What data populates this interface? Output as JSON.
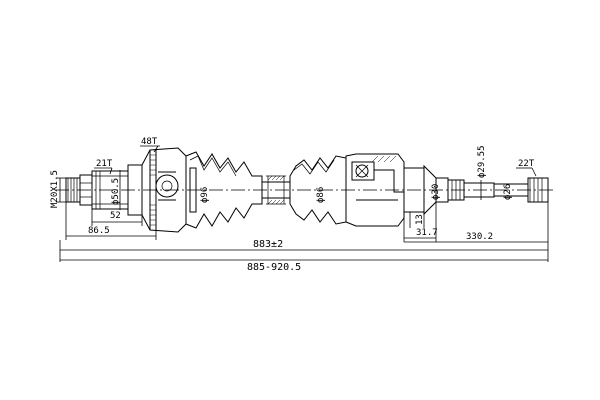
{
  "drawing": {
    "left_end": {
      "thread": "M20X1.5",
      "spline": "21T",
      "diameter": "ϕ50.5",
      "length_52": "52",
      "length_86_5": "86.5"
    },
    "abs_ring": {
      "teeth": "48T"
    },
    "outer_boot": {
      "diameter": "ϕ96"
    },
    "inner_boot": {
      "diameter": "ϕ86"
    },
    "right_end": {
      "diameter_30": "ϕ30",
      "diameter_29_55": "ϕ29.55",
      "diameter_26": "ϕ26",
      "spline": "22T",
      "dim_13": "13",
      "dim_31_7": "31.7",
      "dim_330_2": "330.2"
    },
    "overall": {
      "length": "883±2",
      "range": "885-920.5"
    }
  }
}
